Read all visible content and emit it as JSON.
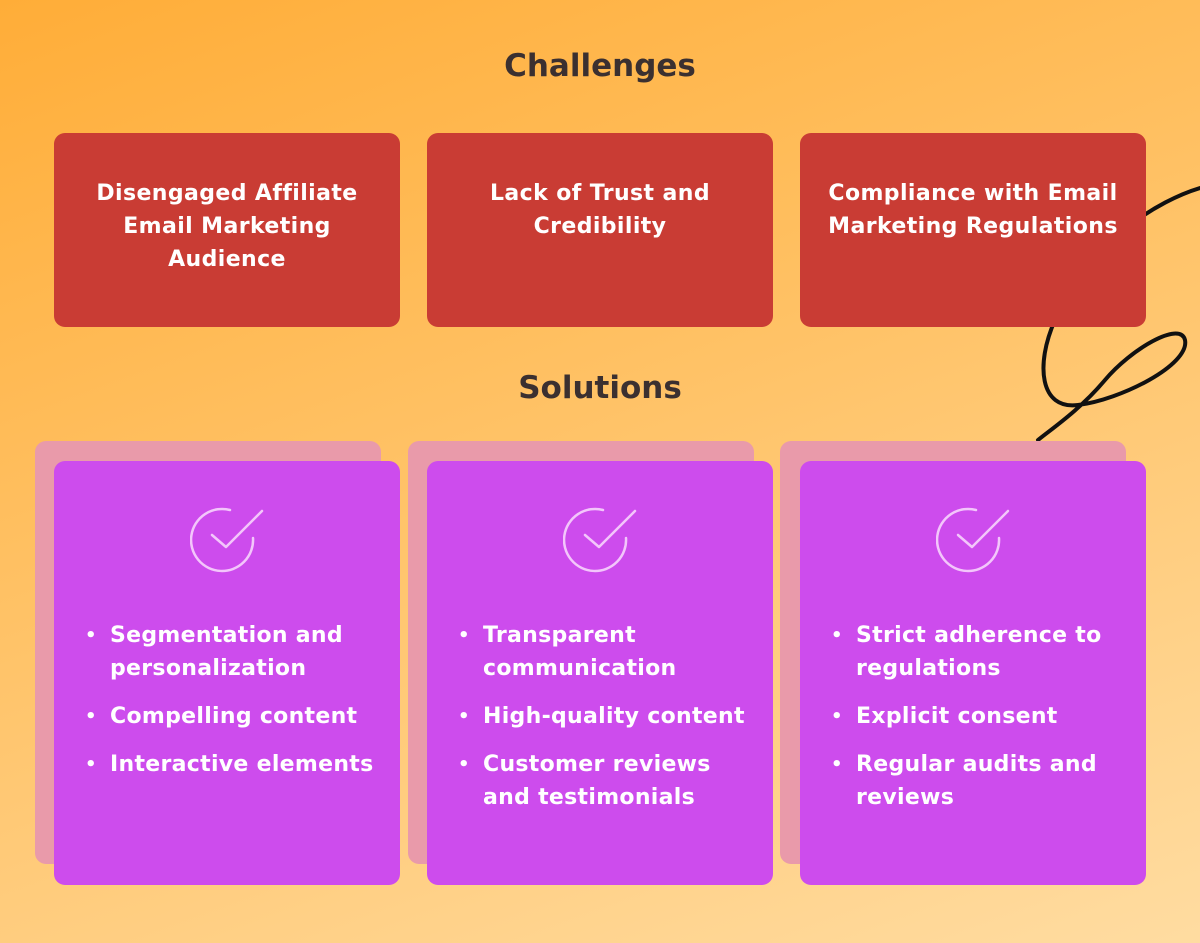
{
  "challenges_title": "Challenges",
  "solutions_title": "Solutions",
  "challenges": [
    "Disengaged Affiliate Email Marketing Audience",
    "Lack of Trust and Credibility",
    "Compliance with Email Marketing Regulations"
  ],
  "solutions": [
    {
      "items": [
        "Segmentation and personalization",
        "Compelling content",
        "Interactive elements"
      ]
    },
    {
      "items": [
        "Transparent communication",
        "High-quality content",
        "Customer reviews and testimonials"
      ]
    },
    {
      "items": [
        "Strict adherence to regulations",
        "Explicit consent",
        "Regular audits and reviews"
      ]
    }
  ],
  "colors": {
    "challenge_card": "#c93c34",
    "solution_card": "#cd4ced",
    "solution_shadow": "#e99aaa",
    "title_text": "#3b3030"
  },
  "icons": {
    "solution_icon": "check-circle-icon",
    "decoration": "squiggle-line"
  }
}
